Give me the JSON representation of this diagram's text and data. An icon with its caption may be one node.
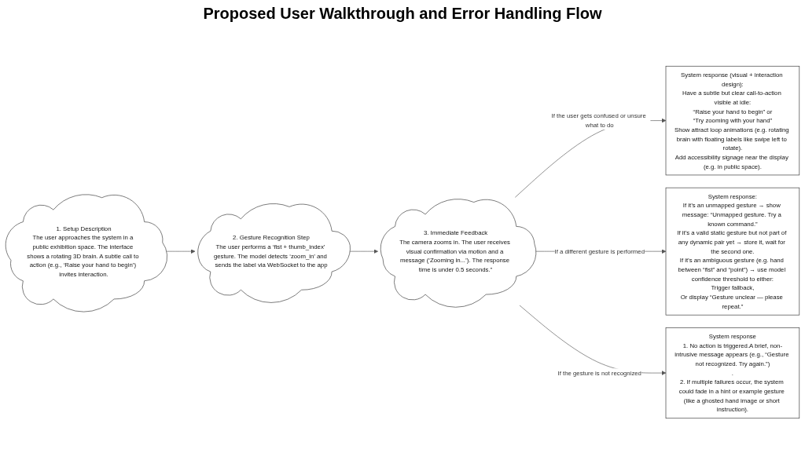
{
  "diagram": {
    "title": "Proposed User Walkthrough and Error Handling Flow",
    "nodes": [
      {
        "text": [
          "1. Setup Description",
          "The user approaches the system in a public exhibition space. The interface shows a rotating 3D brain. A subtle call to action (e.g., ‘Raise your hand to begin’) invites interaction."
        ]
      },
      {
        "text": [
          "2. Gesture Recognition Step",
          "The user performs a ‘fist + thumb_index’ gesture. The model detects ‘zoom_in’ and sends the label via WebSocket to the app"
        ]
      },
      {
        "text": [
          "3. Immediate Feedback",
          "The camera zooms in. The user receives visual confirmation via motion and a message (‘Zooming in...’). The response time is under 0.5 seconds.\""
        ]
      },
      {
        "text": [
          "System response (visual + interaction design):",
          "Have a subtle but clear call-to-action visible at idle:",
          "“Raise your hand to begin” or",
          "“Try zooming with your hand”",
          "Show attract loop animations (e.g. rotating brain with floating labels like swipe left to rotate).",
          "Add accessibility signage near the display (e.g. in public space)."
        ]
      },
      {
        "text": [
          "System response",
          "1. No action is triggered.A brief, non-intrusive message appears (e.g., “Gesture not recognized. Try again.”)",
          ".",
          "2. If multiple failures occur, the system could fade in a hint or example gesture (like a ghosted hand image or short instruction)."
        ]
      },
      {
        "text": [
          "System response:",
          "If it’s an unmapped gesture → show message: “Unmapped gesture. Try a known command.”",
          "If it’s a valid static gesture but not part of any dynamic pair yet → store it, wait for the second one.",
          "If it’s an ambiguous gesture (e.g. hand between “fist” and “point”) → use model confidence threshold to either:",
          "Trigger fallback,",
          "Or display “Gesture unclear — please repeat.”"
        ]
      }
    ],
    "edges": [
      {
        "from": 0,
        "to": 1,
        "arrow": "to"
      },
      {
        "from": 1,
        "to": 2,
        "arrow": "to"
      },
      {
        "from": 2,
        "to": 3,
        "arrow": "to",
        "label": "If the user gets confused or unsure what to do"
      },
      {
        "from": 2,
        "to": 5,
        "arrow": "to",
        "label": "If a different gesture is performed"
      },
      {
        "from": 2,
        "to": 4,
        "arrow": "to",
        "label": "If the gesture is not recognized"
      }
    ]
  }
}
